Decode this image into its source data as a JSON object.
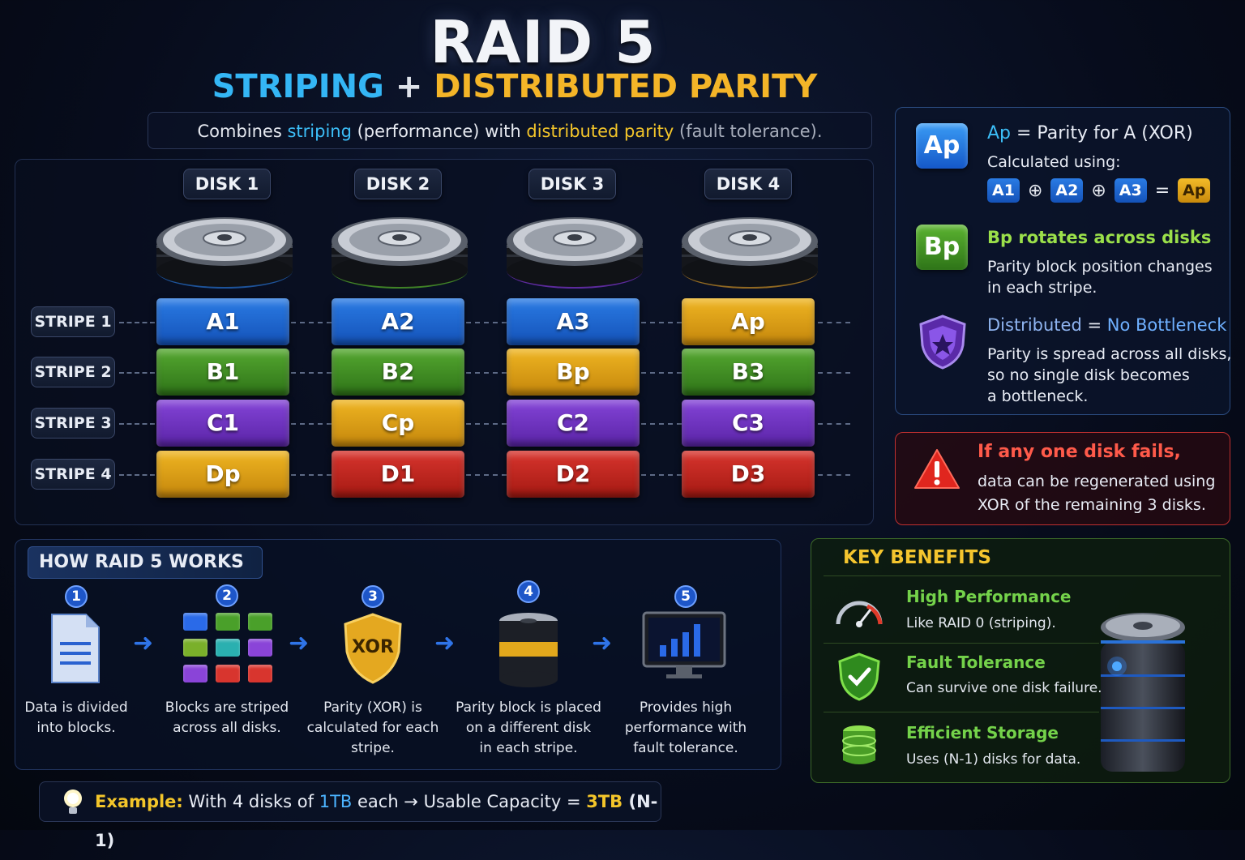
{
  "header": {
    "title": "RAID 5",
    "subtitle_part1": "STRIPING",
    "subtitle_plus": "+",
    "subtitle_part2": "DISTRIBUTED PARITY",
    "combine": {
      "t1": "Combines ",
      "t2": "striping",
      "t3": " (performance) with ",
      "t4": "distributed parity",
      "t5": " (fault tolerance)."
    }
  },
  "disks": [
    {
      "label": "DISK 1",
      "glow": "#2f8cff"
    },
    {
      "label": "DISK 2",
      "glow": "#6ee02a"
    },
    {
      "label": "DISK 3",
      "glow": "#a040ff"
    },
    {
      "label": "DISK 4",
      "glow": "#ffb020"
    }
  ],
  "stripes": [
    "STRIPE 1",
    "STRIPE 2",
    "STRIPE 3",
    "STRIPE 4"
  ],
  "grid": [
    [
      {
        "t": "A1",
        "c": "blue"
      },
      {
        "t": "A2",
        "c": "blue"
      },
      {
        "t": "A3",
        "c": "blue"
      },
      {
        "t": "Ap",
        "c": "gold"
      }
    ],
    [
      {
        "t": "B1",
        "c": "green"
      },
      {
        "t": "B2",
        "c": "green"
      },
      {
        "t": "Bp",
        "c": "gold"
      },
      {
        "t": "B3",
        "c": "green"
      }
    ],
    [
      {
        "t": "C1",
        "c": "purple"
      },
      {
        "t": "Cp",
        "c": "gold"
      },
      {
        "t": "C2",
        "c": "purple"
      },
      {
        "t": "C3",
        "c": "purple"
      }
    ],
    [
      {
        "t": "Dp",
        "c": "gold"
      },
      {
        "t": "D1",
        "c": "red"
      },
      {
        "t": "D2",
        "c": "red"
      },
      {
        "t": "D3",
        "c": "red"
      }
    ]
  ],
  "side": {
    "ap_badge": "Ap",
    "ap_head_a": "Ap",
    "ap_head_b": " = Parity for A (XOR)",
    "calc": "Calculated using:",
    "eq": [
      "A1",
      "⊕",
      "A2",
      "⊕",
      "A3",
      "=",
      "Ap"
    ],
    "bp_badge": "Bp",
    "bp_head": "Bp rotates across disks",
    "bp_desc1": "Parity block position changes",
    "bp_desc2": "in each stripe.",
    "dist_head_a": "Distributed",
    "dist_head_b": " = ",
    "dist_head_c": "No Bottleneck",
    "dist_desc1": "Parity is spread across all disks,",
    "dist_desc2": "so no single disk becomes",
    "dist_desc3": "a bottleneck."
  },
  "warning": {
    "head": "If any one disk fails,",
    "line1": "data can be regenerated using",
    "line2": "XOR of the remaining 3 disks."
  },
  "how": {
    "title": "HOW RAID 5 WORKS",
    "steps": [
      {
        "n": "1",
        "l1": "Data is divided",
        "l2": "into blocks.",
        "l3": ""
      },
      {
        "n": "2",
        "l1": "Blocks are striped",
        "l2": "across all disks.",
        "l3": ""
      },
      {
        "n": "3",
        "l1": "Parity (XOR) is",
        "l2": "calculated for each",
        "l3": "stripe."
      },
      {
        "n": "4",
        "l1": "Parity block is placed",
        "l2": "on a different disk",
        "l3": "in each stripe."
      },
      {
        "n": "5",
        "l1": "Provides high",
        "l2": "performance with",
        "l3": "fault tolerance."
      }
    ],
    "xor_label": "XOR"
  },
  "benefits": {
    "title": "KEY BENEFITS",
    "items": [
      {
        "head": "High Performance",
        "desc": "Like RAID 0 (striping).",
        "icon": "gauge-icon"
      },
      {
        "head": "Fault Tolerance",
        "desc": "Can survive one disk failure.",
        "icon": "shield-check-icon"
      },
      {
        "head": "Efficient Storage",
        "desc": "Uses (N-1) disks for data.",
        "icon": "database-icon"
      }
    ]
  },
  "example": {
    "label": "Example:",
    "t1": " With 4 disks of ",
    "t2": "1TB",
    "t3": " each → Usable Capacity = ",
    "t4": "3TB",
    "t5": " (N-1)"
  },
  "colors": {
    "blue": "#2a7be4",
    "green": "#55a830",
    "purple": "#8444d8",
    "gold": "#efb522",
    "red": "#d8352e",
    "accent_blue": "#34b6f5",
    "accent_gold": "#f4b528"
  }
}
